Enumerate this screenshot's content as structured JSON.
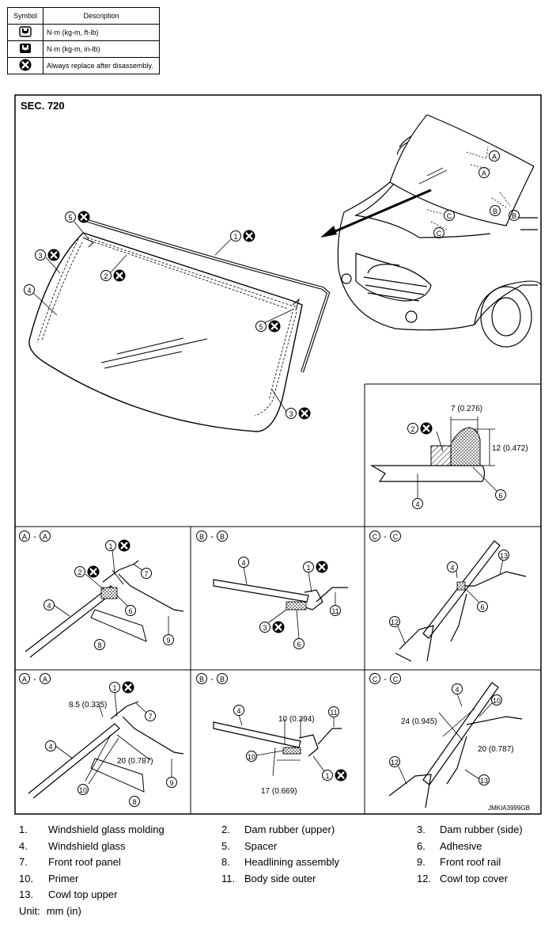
{
  "symbol_table": {
    "header_symbol": "Symbol",
    "header_description": "Description",
    "rows": [
      {
        "icon": "wrench-torque-icon",
        "description": "N·m (kg-m, ft-lb)"
      },
      {
        "icon": "wrench-torque-small-icon",
        "description": "N·m (kg-m, in-lb)"
      },
      {
        "icon": "replace-x-icon",
        "description": "Always replace after disassembly."
      }
    ]
  },
  "diagram": {
    "section_label": "SEC. 720",
    "figure_code": "JMKIA3999GB",
    "section_titles": {
      "a": "A",
      "b": "B",
      "c": "C"
    },
    "callouts": [
      "1",
      "2",
      "3",
      "4",
      "5",
      "6",
      "7",
      "8",
      "9",
      "10",
      "11",
      "12",
      "13"
    ],
    "dimensions": {
      "adhesive_width": "7 (0.276)",
      "adhesive_height": "12 (0.472)",
      "aa_gap": "8.5 (0.335)",
      "aa_primer": "20 (0.787)",
      "bb_spacer": "10 (0.394)",
      "bb_primer": "17 (0.669)",
      "cc_glass": "24 (0.945)",
      "cc_primer": "20 (0.787)"
    }
  },
  "legend": [
    {
      "num": "1.",
      "text": "Windshield glass molding"
    },
    {
      "num": "2.",
      "text": "Dam rubber (upper)"
    },
    {
      "num": "3.",
      "text": "Dam rubber (side)"
    },
    {
      "num": "4.",
      "text": "Windshield glass"
    },
    {
      "num": "5.",
      "text": "Spacer"
    },
    {
      "num": "6.",
      "text": "Adhesive"
    },
    {
      "num": "7.",
      "text": "Front roof panel"
    },
    {
      "num": "8.",
      "text": "Headlining assembly"
    },
    {
      "num": "9.",
      "text": "Front roof rail"
    },
    {
      "num": "10.",
      "text": "Primer"
    },
    {
      "num": "11.",
      "text": "Body side outer"
    },
    {
      "num": "12.",
      "text": "Cowl top cover"
    },
    {
      "num": "13.",
      "text": "Cowl top upper"
    }
  ],
  "unit": {
    "label": "Unit:",
    "value": "mm (in)"
  }
}
